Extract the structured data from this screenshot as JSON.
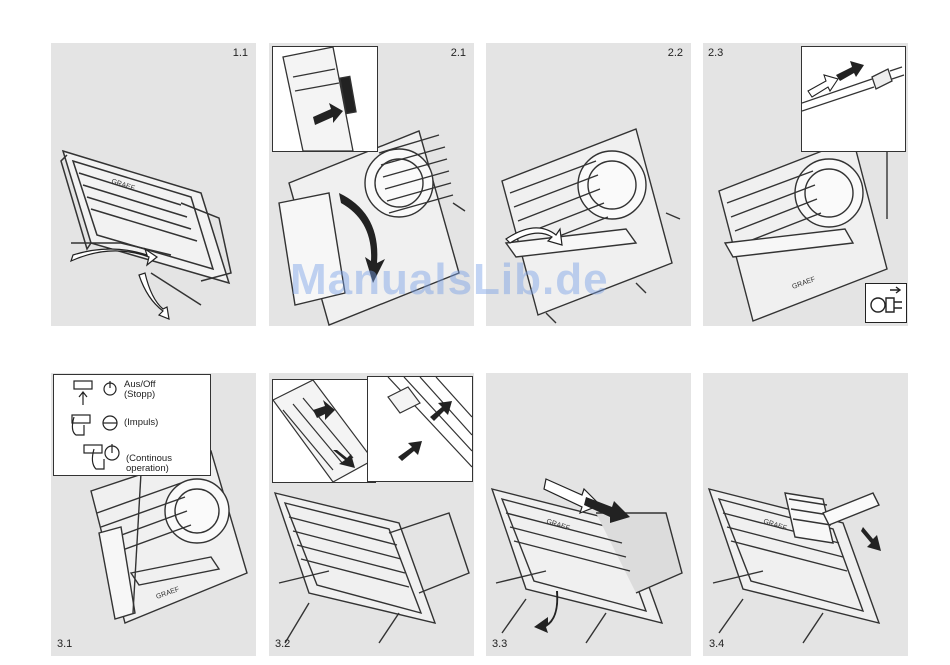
{
  "panels": [
    {
      "id": "1.1"
    },
    {
      "id": "2.1"
    },
    {
      "id": "2.2"
    },
    {
      "id": "2.3"
    },
    {
      "id": "3.1"
    },
    {
      "id": "3.2"
    },
    {
      "id": "3.3"
    },
    {
      "id": "3.4"
    }
  ],
  "legend": {
    "off_label": "Aus/Off",
    "off_sub": "(Stopp)",
    "impulse_label": "(Impuls)",
    "continuous_label": "(Continous",
    "continuous_sub": "operation)"
  },
  "brand": "GRAEF",
  "watermark": "ManualsLib.de",
  "colors": {
    "panel_bg": "#e4e4e4",
    "line": "#333333",
    "watermark": "#78a0e6"
  }
}
